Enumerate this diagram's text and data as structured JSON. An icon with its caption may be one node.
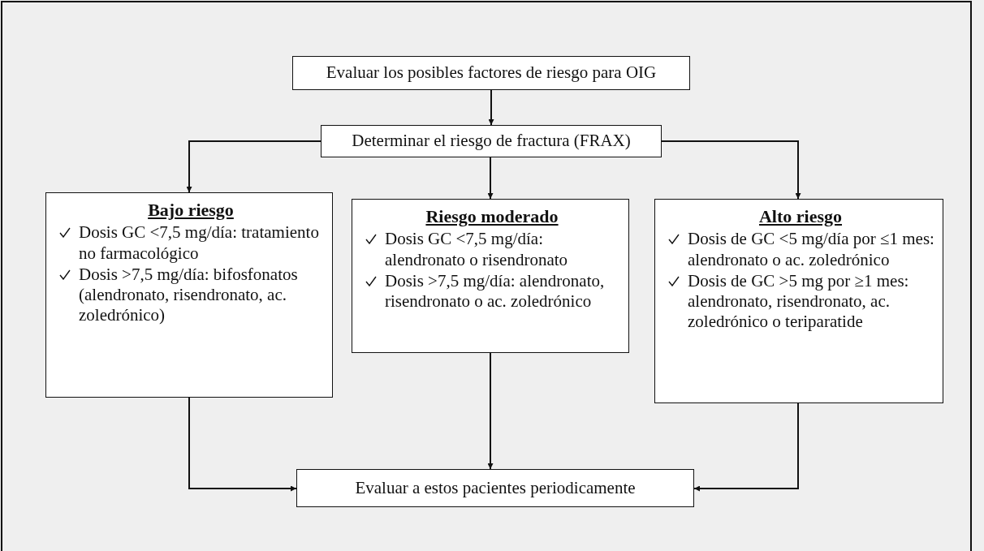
{
  "diagram": {
    "nodes": [
      {
        "text": [
          "Evaluar los posibles factores de riesgo para OIG"
        ]
      },
      {
        "text": [
          "Determinar el riesgo de fractura (FRAX)"
        ]
      },
      {
        "text": [
          "Bajo riesgo",
          "Dosis GC <7,5 mg/día: tratamiento no farmacológico",
          "Dosis >7,5 mg/día: bifosfonatos (alendronato, risendronato, ac. zoledrónico)"
        ]
      },
      {
        "text": [
          "Riesgo moderado",
          "Dosis GC <7,5 mg/día: alendronato o risendronato",
          "Dosis >7,5 mg/día: alendronato, risendronato o ac. zoledrónico"
        ]
      },
      {
        "text": [
          "Alto riesgo",
          "Dosis de GC <5 mg/día por ≤1 mes: alendronato o ac. zoledrónico",
          "Dosis de GC >5 mg por ≥1 mes: alendronato, risendronato, ac. zoledrónico o teriparatide"
        ]
      },
      {
        "text": [
          "Evaluar a estos pacientes periodicamente"
        ]
      }
    ],
    "edges": [
      {
        "from": 0,
        "to": 1,
        "arrow": "to"
      },
      {
        "from": 1,
        "to": 2,
        "arrow": "to"
      },
      {
        "from": 1,
        "to": 3,
        "arrow": "to"
      },
      {
        "from": 1,
        "to": 4,
        "arrow": "to"
      },
      {
        "from": 2,
        "to": 5,
        "arrow": "to"
      },
      {
        "from": 3,
        "to": 5,
        "arrow": "to"
      },
      {
        "from": 4,
        "to": 5,
        "arrow": "to"
      }
    ]
  }
}
